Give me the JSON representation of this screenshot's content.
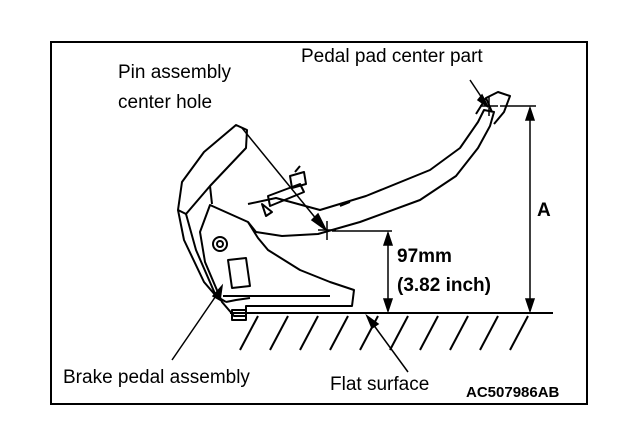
{
  "labels": {
    "pin_line1": "Pin assembly",
    "pin_line2": "center hole",
    "pedal_pad": "Pedal pad center part",
    "dim_a": "A",
    "dim_mm": "97mm",
    "dim_inch": "(3.82 inch)",
    "brake_pedal": "Brake pedal assembly",
    "flat_surface": "Flat surface",
    "figure_code": "AC507986AB"
  },
  "colors": {
    "line": "#000000",
    "background": "#ffffff"
  }
}
